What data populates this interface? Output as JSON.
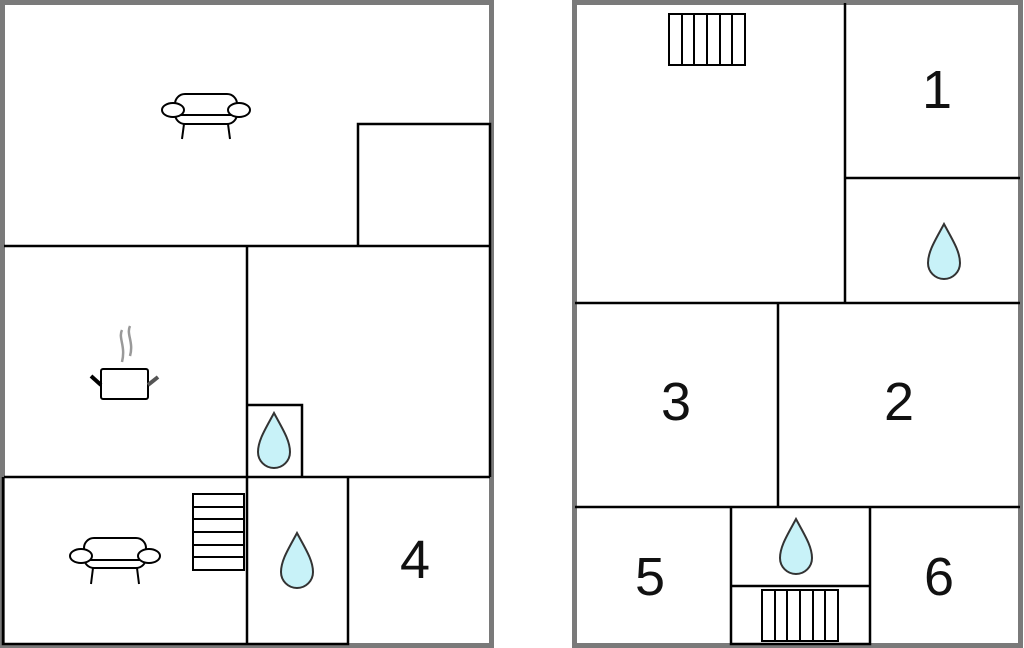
{
  "title": "Floor plan",
  "colors": {
    "wall": "#000000",
    "outer_wall": "#7a7a7a",
    "water": "#c8f2f8"
  },
  "floors": [
    {
      "name": "ground-floor",
      "room_labels": [
        "4"
      ],
      "icons": [
        "sofa-icon",
        "cooking-pot-icon",
        "stairs-icon",
        "water-drop-icon",
        "water-drop-icon",
        "sofa-icon"
      ]
    },
    {
      "name": "upper-floor",
      "room_labels": [
        "1",
        "2",
        "3",
        "5",
        "6"
      ],
      "icons": [
        "stairs-icon",
        "water-drop-icon",
        "water-drop-icon",
        "stairs-icon"
      ]
    }
  ]
}
